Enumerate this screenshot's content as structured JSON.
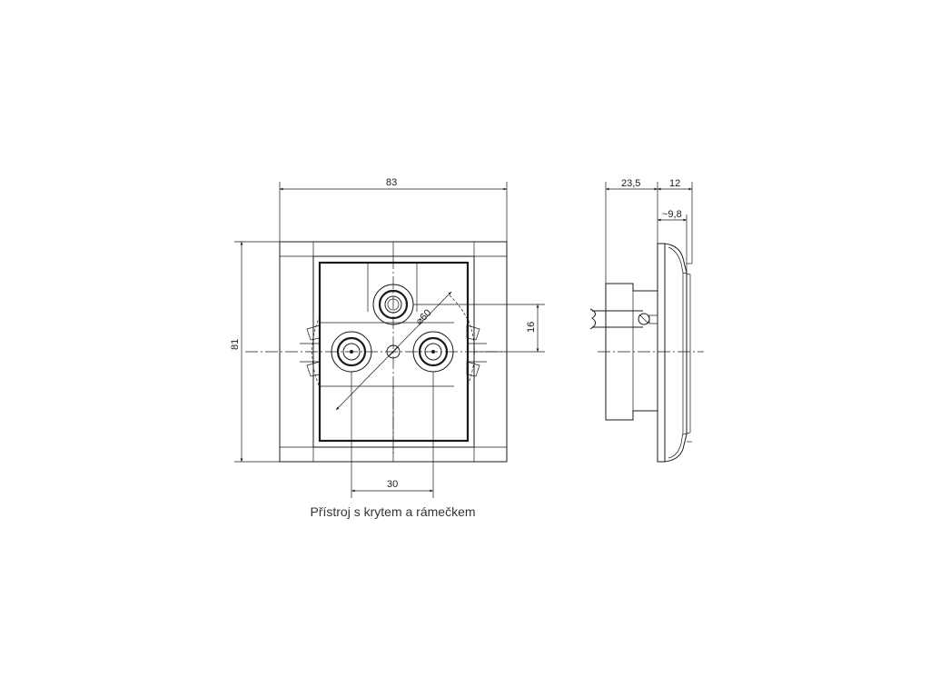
{
  "front_view": {
    "dim_width": "83",
    "dim_height": "81",
    "dim_offset": "16",
    "dim_spacing": "30",
    "dim_diameter": "⌀60"
  },
  "side_view": {
    "dim_depth": "23,5",
    "dim_cover": "12",
    "dim_protrusion": "~9,8"
  },
  "caption": "Přístroj s krytem a rámečkem"
}
